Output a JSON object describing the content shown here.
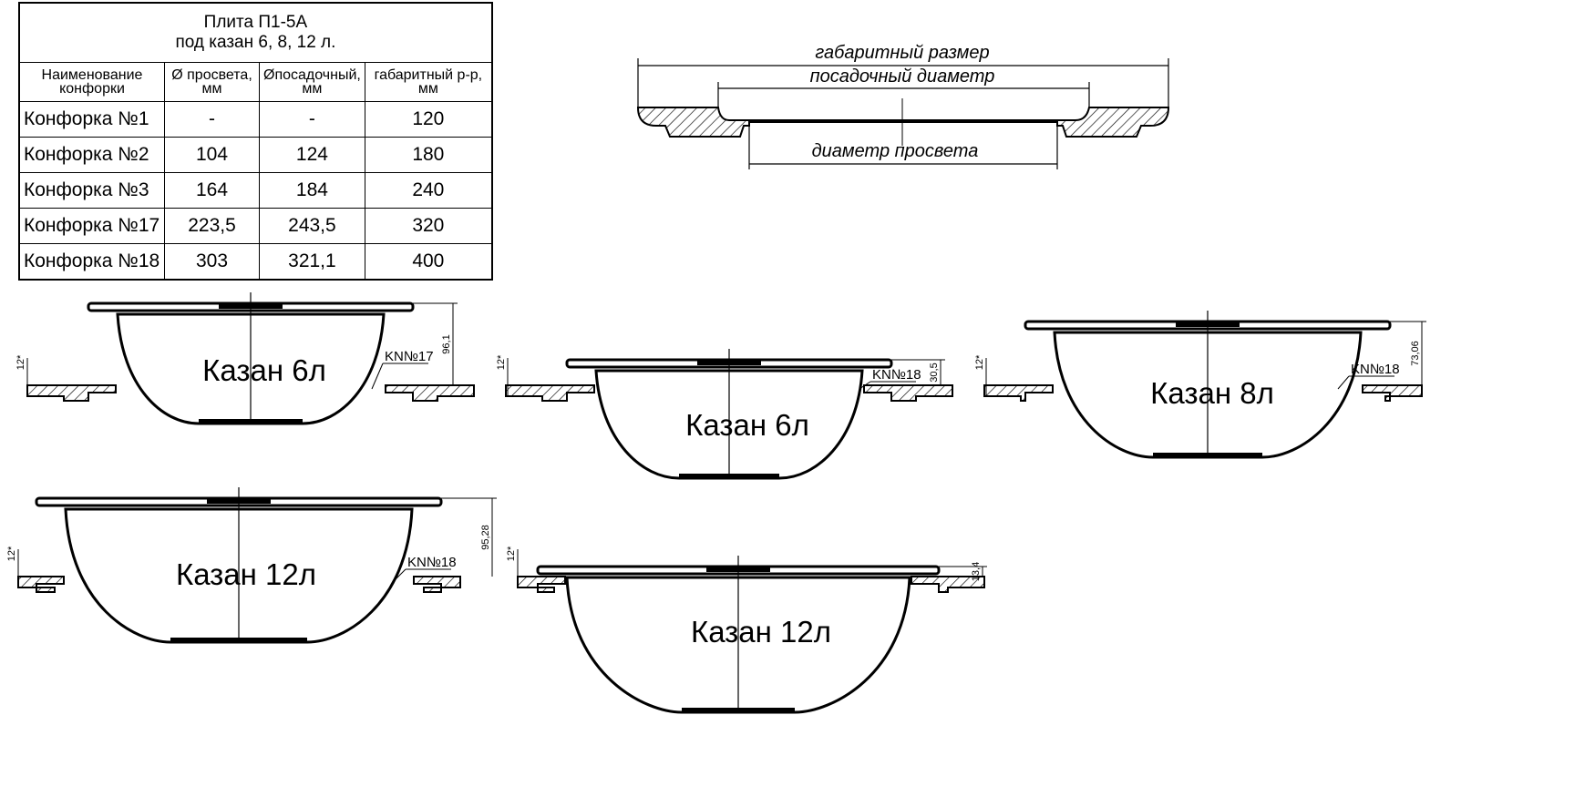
{
  "table": {
    "title_line1": "Плита П1-5А",
    "title_line2": "под казан 6, 8, 12 л.",
    "headers": [
      "Наименование конфорки",
      "Ø просвета, мм",
      "Øпосадочный, мм",
      "габаритный р-р, мм"
    ],
    "rows": [
      [
        "Конфорка №1",
        "-",
        "-",
        "120"
      ],
      [
        "Конфорка №2",
        "104",
        "124",
        "180"
      ],
      [
        "Конфорка №3",
        "164",
        "184",
        "240"
      ],
      [
        "Конфорка №17",
        "223,5",
        "243,5",
        "320"
      ],
      [
        "Конфорка №18",
        "303",
        "321,1",
        "400"
      ]
    ]
  },
  "profile": {
    "overall": "габаритный размер",
    "seat": "посадочный диаметр",
    "clear": "диаметр просвета"
  },
  "pots": [
    {
      "label": "Казан 6л",
      "ring": "KN№17",
      "height": "96,1",
      "gap": "12*"
    },
    {
      "label": "Казан 6л",
      "ring": "KN№18",
      "height": "30,5",
      "gap": "12*"
    },
    {
      "label": "Казан 8л",
      "ring": "KN№18",
      "height": "73,06",
      "gap": "12*"
    },
    {
      "label": "Казан 12л",
      "ring": "KN№18",
      "height": "95,28",
      "gap": "12*"
    },
    {
      "label": "Казан 12л",
      "ring": "",
      "height": "13,4",
      "gap": "12*"
    }
  ]
}
